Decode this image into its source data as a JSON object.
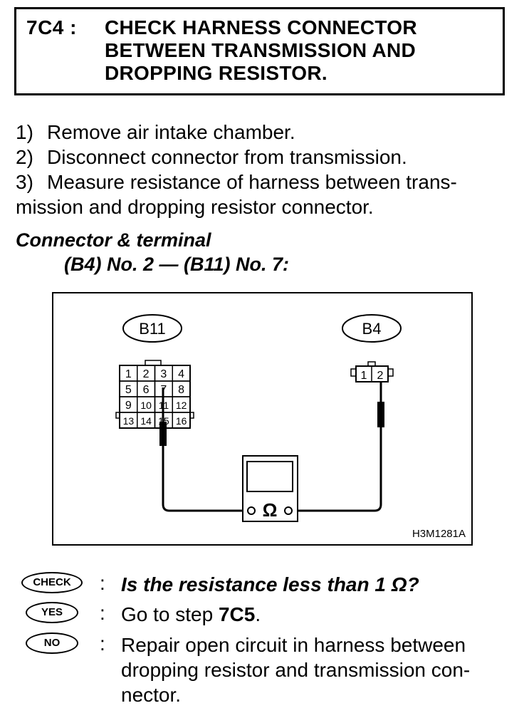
{
  "header": {
    "step_id": "7C4 :",
    "title_lines": [
      "CHECK HARNESS CONNECTOR",
      "BETWEEN TRANSMISSION AND",
      "DROPPING RESISTOR."
    ]
  },
  "procedure": [
    {
      "num": "1)",
      "text": "Remove air intake chamber."
    },
    {
      "num": "2)",
      "text": "Disconnect connector from transmission."
    },
    {
      "num": "3)",
      "text": "Measure resistance of harness between trans-"
    },
    {
      "num": "",
      "text": "mission and dropping resistor connector."
    }
  ],
  "spec": {
    "line1": "Connector & terminal",
    "line2": "(B4) No. 2 — (B11) No. 7:"
  },
  "diagram": {
    "b11_label": "B11",
    "b4_label": "B4",
    "b11_pins": [
      "1",
      "2",
      "3",
      "4",
      "5",
      "6",
      "7",
      "8",
      "9",
      "10",
      "11",
      "12",
      "13",
      "14",
      "15",
      "16"
    ],
    "b4_pins": [
      "1",
      "2"
    ],
    "meter_symbol": "Ω",
    "figure_code": "H3M1281A"
  },
  "results": {
    "check": {
      "badge": "CHECK",
      "colon": ":",
      "text": "Is the resistance less than 1 Ω?"
    },
    "yes": {
      "badge": "YES",
      "colon": ":",
      "prefix": "Go to step ",
      "target": "7C5",
      "suffix": "."
    },
    "no": {
      "badge": "NO",
      "colon": ":",
      "lines": [
        "Repair open circuit in harness between",
        "dropping resistor and transmission con-",
        "nector."
      ]
    }
  }
}
